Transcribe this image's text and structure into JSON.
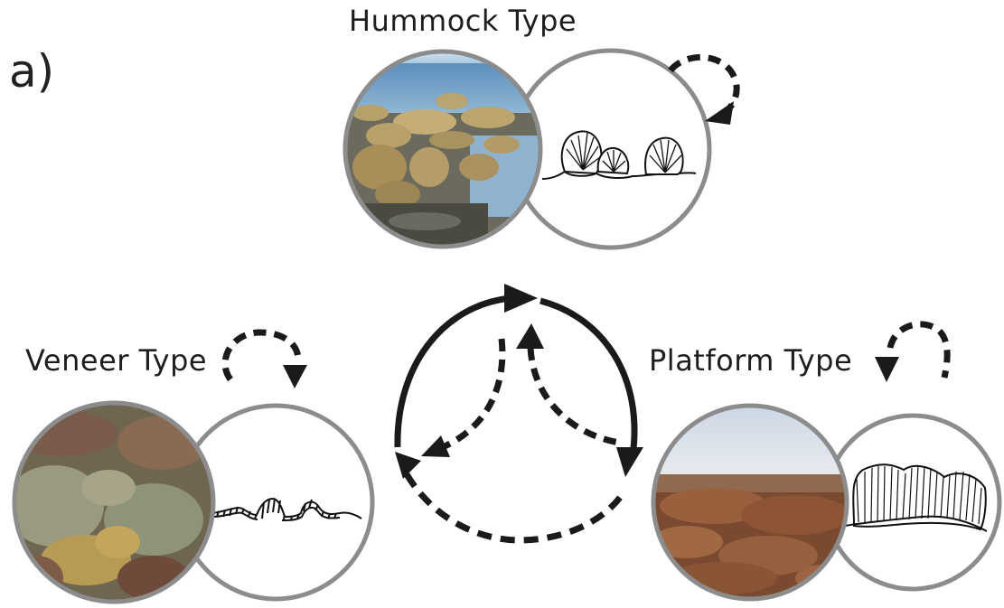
{
  "panel_label": "a)",
  "types": {
    "hummock": "Hummock Type",
    "veneer": "Veneer Type",
    "platform": "Platform Type"
  },
  "colors": {
    "ring": "#8c8c8c",
    "arrow": "#1a1a1a",
    "sky": "#b9d3e6",
    "sea": "#6f9cc4",
    "hummock_rock": "#b29a63",
    "veneer_rock": "#8a8468",
    "platform_rock": "#8c5a3a"
  }
}
